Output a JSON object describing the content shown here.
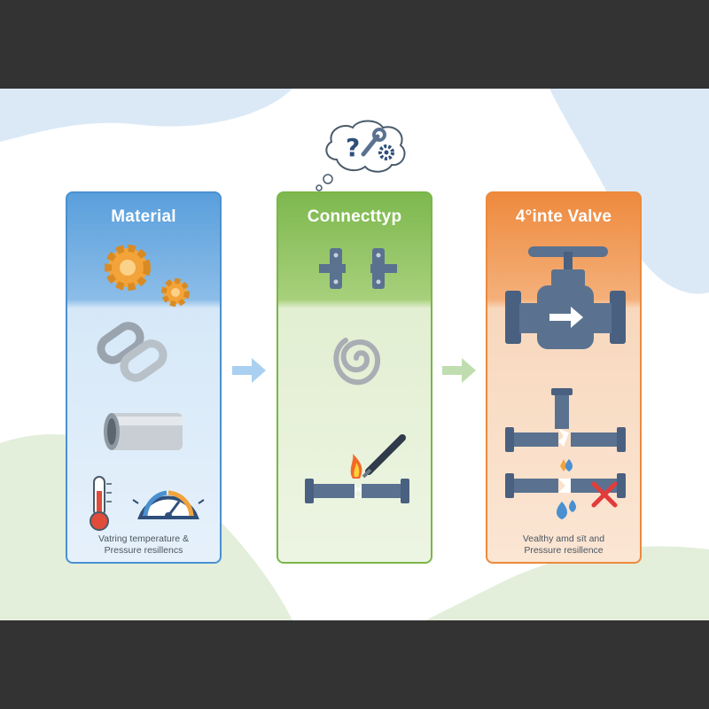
{
  "panels": [
    {
      "title": "Material",
      "caption_line1": "Vatring temperature &",
      "caption_line2": "Pressure resillencs",
      "accent": "#4a90d0"
    },
    {
      "title": "Connecttyp",
      "caption_line1": "",
      "caption_line2": "",
      "accent": "#7ab648"
    },
    {
      "title": "4°inte Valve",
      "caption_line1": "Vealthy amd sït and",
      "caption_line2": "Pressure resillence",
      "accent": "#ec8a3c"
    }
  ],
  "icons": {
    "thought": [
      "question-mark-icon",
      "wrench-icon",
      "gear-icon"
    ],
    "material": [
      "gears-icon",
      "chain-link-icon",
      "pipe-icon",
      "thermometer-icon",
      "pressure-gauge-icon"
    ],
    "connect": [
      "flange-icon",
      "spiral-gasket-icon",
      "welding-torch-icon"
    ],
    "valve": [
      "gate-valve-icon",
      "broken-pipe-icon",
      "leak-drop-icon",
      "red-x-icon"
    ]
  },
  "colors": {
    "blue": "#4a90d0",
    "green": "#7ab648",
    "orange": "#ec8a3c",
    "pipe": "#5a7290",
    "gear": "#f2a33a",
    "error": "#e23b3b"
  }
}
